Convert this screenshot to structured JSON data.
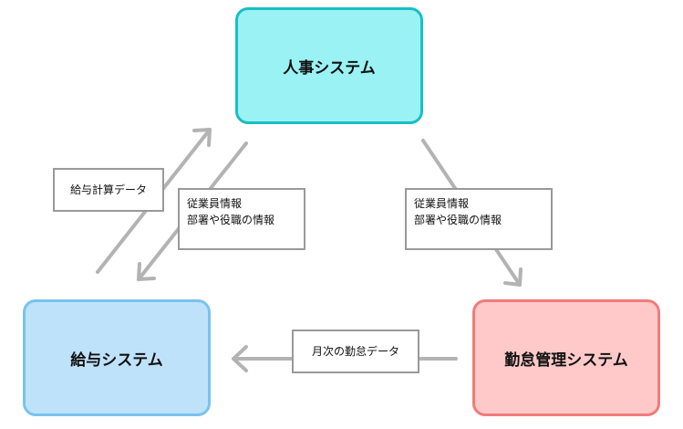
{
  "nodes": {
    "hr": "人事システム",
    "payroll": "給与システム",
    "attendance": "勤怠管理システム"
  },
  "labels": {
    "payroll_calc": "給与計算データ",
    "emp_info_left": [
      "従業員情報",
      "部署や役職の情報"
    ],
    "emp_info_right": [
      "従業員情報",
      "部署や役職の情報"
    ],
    "monthly_attendance": "月次の勤怠データ"
  },
  "colors": {
    "hr_fill": "#9af2f4",
    "hr_border": "#19bec4",
    "payroll_fill": "#bfe2fb",
    "payroll_border": "#78c3ee",
    "attendance_fill": "#ffc9c9",
    "attendance_border": "#f07b7b",
    "arrow": "#b3b3b3"
  }
}
